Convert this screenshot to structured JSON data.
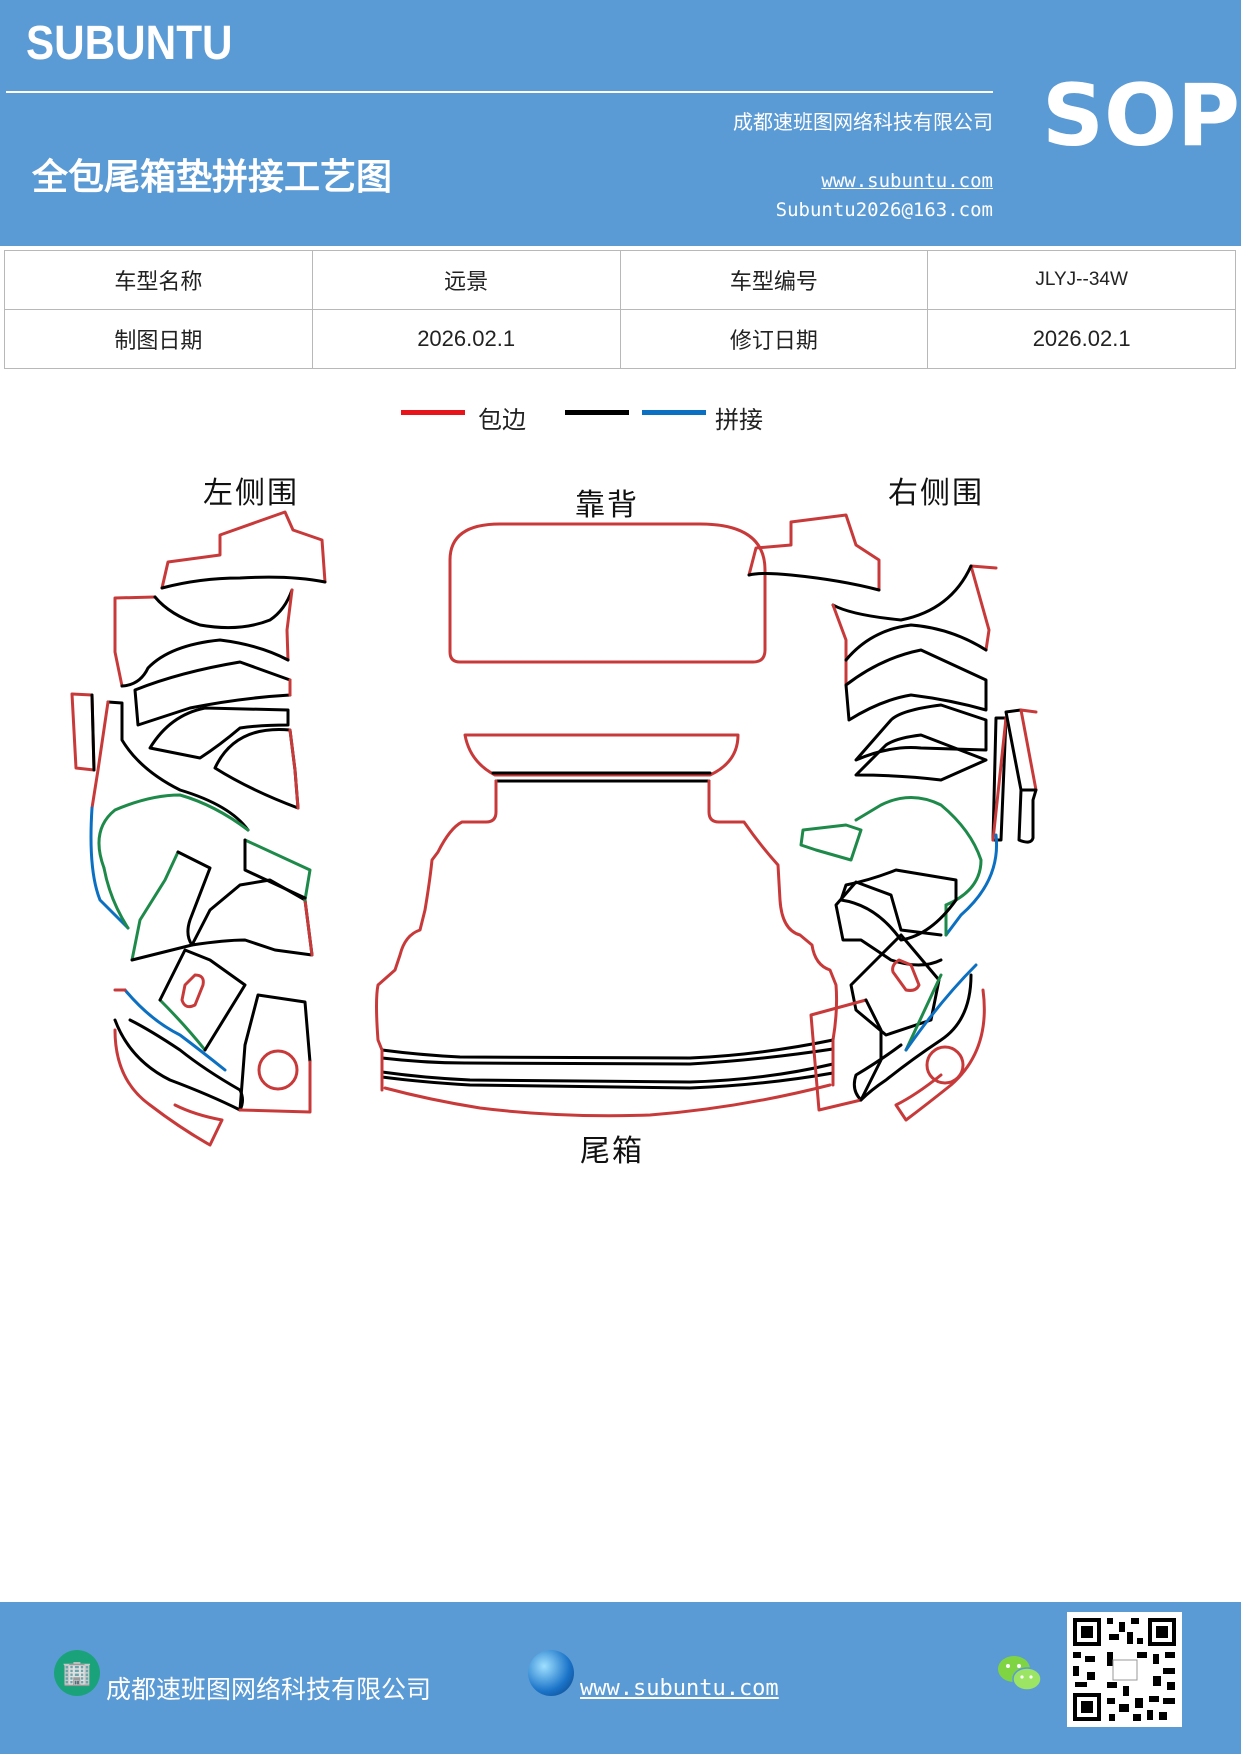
{
  "header": {
    "logo": "SUBUNTU",
    "company": "成都速班图网络科技有限公司",
    "title": "全包尾箱垫拼接工艺图",
    "website": "www.subuntu.com",
    "email": "Subuntu2026@163.com",
    "badge": "SOP"
  },
  "info": {
    "rows": [
      [
        "车型名称",
        "远景",
        "车型编号",
        "JLYJ--34W"
      ],
      [
        "制图日期",
        "2026.02.1",
        "修订日期",
        "2026.02.1"
      ]
    ]
  },
  "legend": {
    "edge_label": "包边",
    "splice_label": "拼接",
    "colors": {
      "edge": "#e8141c",
      "black": "#000000",
      "splice": "#0b70c1",
      "green": "#1e8a4a",
      "outline_red": "#c83a3a"
    }
  },
  "parts": {
    "left": "左侧围",
    "back": "靠背",
    "right": "右侧围",
    "trunk": "尾箱"
  },
  "footer": {
    "company": "成都速班图网络科技有限公司",
    "website": "www.subuntu.com"
  },
  "icons": [
    "building-icon",
    "globe-icon",
    "wechat-icon",
    "qr-code"
  ]
}
